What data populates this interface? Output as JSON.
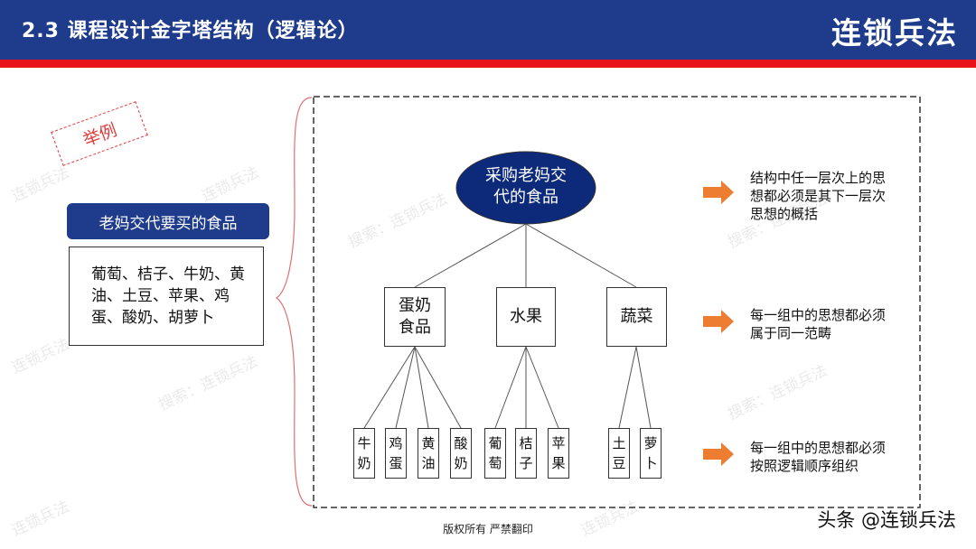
{
  "header": {
    "title": "2.3  课程设计金字塔结构（逻辑论）",
    "brand": "连锁兵法"
  },
  "example_tag": "举例",
  "task": {
    "label": "老妈交代要买的食品",
    "items_text": "葡萄、桔子、牛奶、黄油、土豆、苹果、鸡蛋、酸奶、胡萝卜"
  },
  "pyramid": {
    "root": "采购老妈交代的食品",
    "groups": [
      {
        "label": "蛋奶食品",
        "children": [
          "牛奶",
          "鸡蛋",
          "黄油",
          "酸奶"
        ]
      },
      {
        "label": "水果",
        "children": [
          "葡萄",
          "桔子",
          "苹果"
        ]
      },
      {
        "label": "蔬菜",
        "children": [
          "土豆",
          "萝卜"
        ]
      }
    ]
  },
  "principles": [
    "结构中任一层次上的思想都必须是其下一层次思想的概括",
    "每一组中的思想都必须属于同一范畴",
    "每一组中的思想都必须按照逻辑顺序组织"
  ],
  "watermarks": [
    "连锁兵法",
    "搜索：连锁兵法"
  ],
  "footer": "版权所有  严禁翻印",
  "credit": "头条 @连锁兵法",
  "colors": {
    "header_bg": "#1f3c8c",
    "accent_red": "#e8141b",
    "arrow_orange": "#ed7d31",
    "root_fill": "#0d2a7a"
  }
}
